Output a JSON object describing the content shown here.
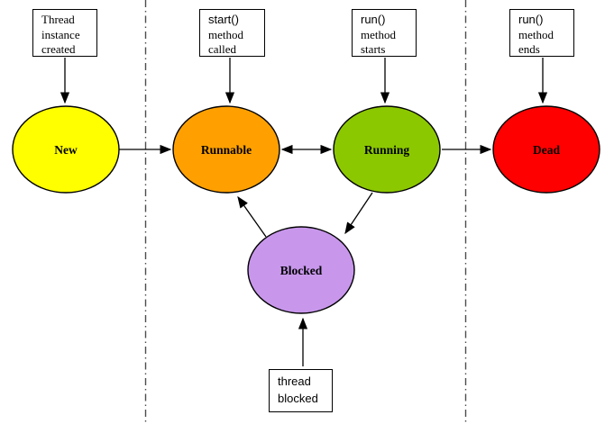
{
  "diagram": {
    "title": "thread-lifecycle-state-diagram",
    "boxes": {
      "thread_created": {
        "line1": "Thread",
        "line2": "instance",
        "line3": "created"
      },
      "start_called": {
        "line1": "start()",
        "line2": "method",
        "line3": "called"
      },
      "run_starts": {
        "line1": "run()",
        "line2": "method",
        "line3": "starts"
      },
      "run_ends": {
        "line1": "run()",
        "line2": "method",
        "line3": "ends"
      },
      "thread_blocked": {
        "line1": "thread",
        "line2": "blocked"
      }
    },
    "states": {
      "new": "New",
      "runnable": "Runnable",
      "running": "Running",
      "dead": "Dead",
      "blocked": "Blocked"
    },
    "colors": {
      "new": "#ffff00",
      "runnable": "#ffa000",
      "running": "#8cc800",
      "dead": "#ff0000",
      "blocked": "#c897ec",
      "outline": "#000000",
      "arrow": "#000000",
      "divider": "#4d4d4d"
    }
  }
}
